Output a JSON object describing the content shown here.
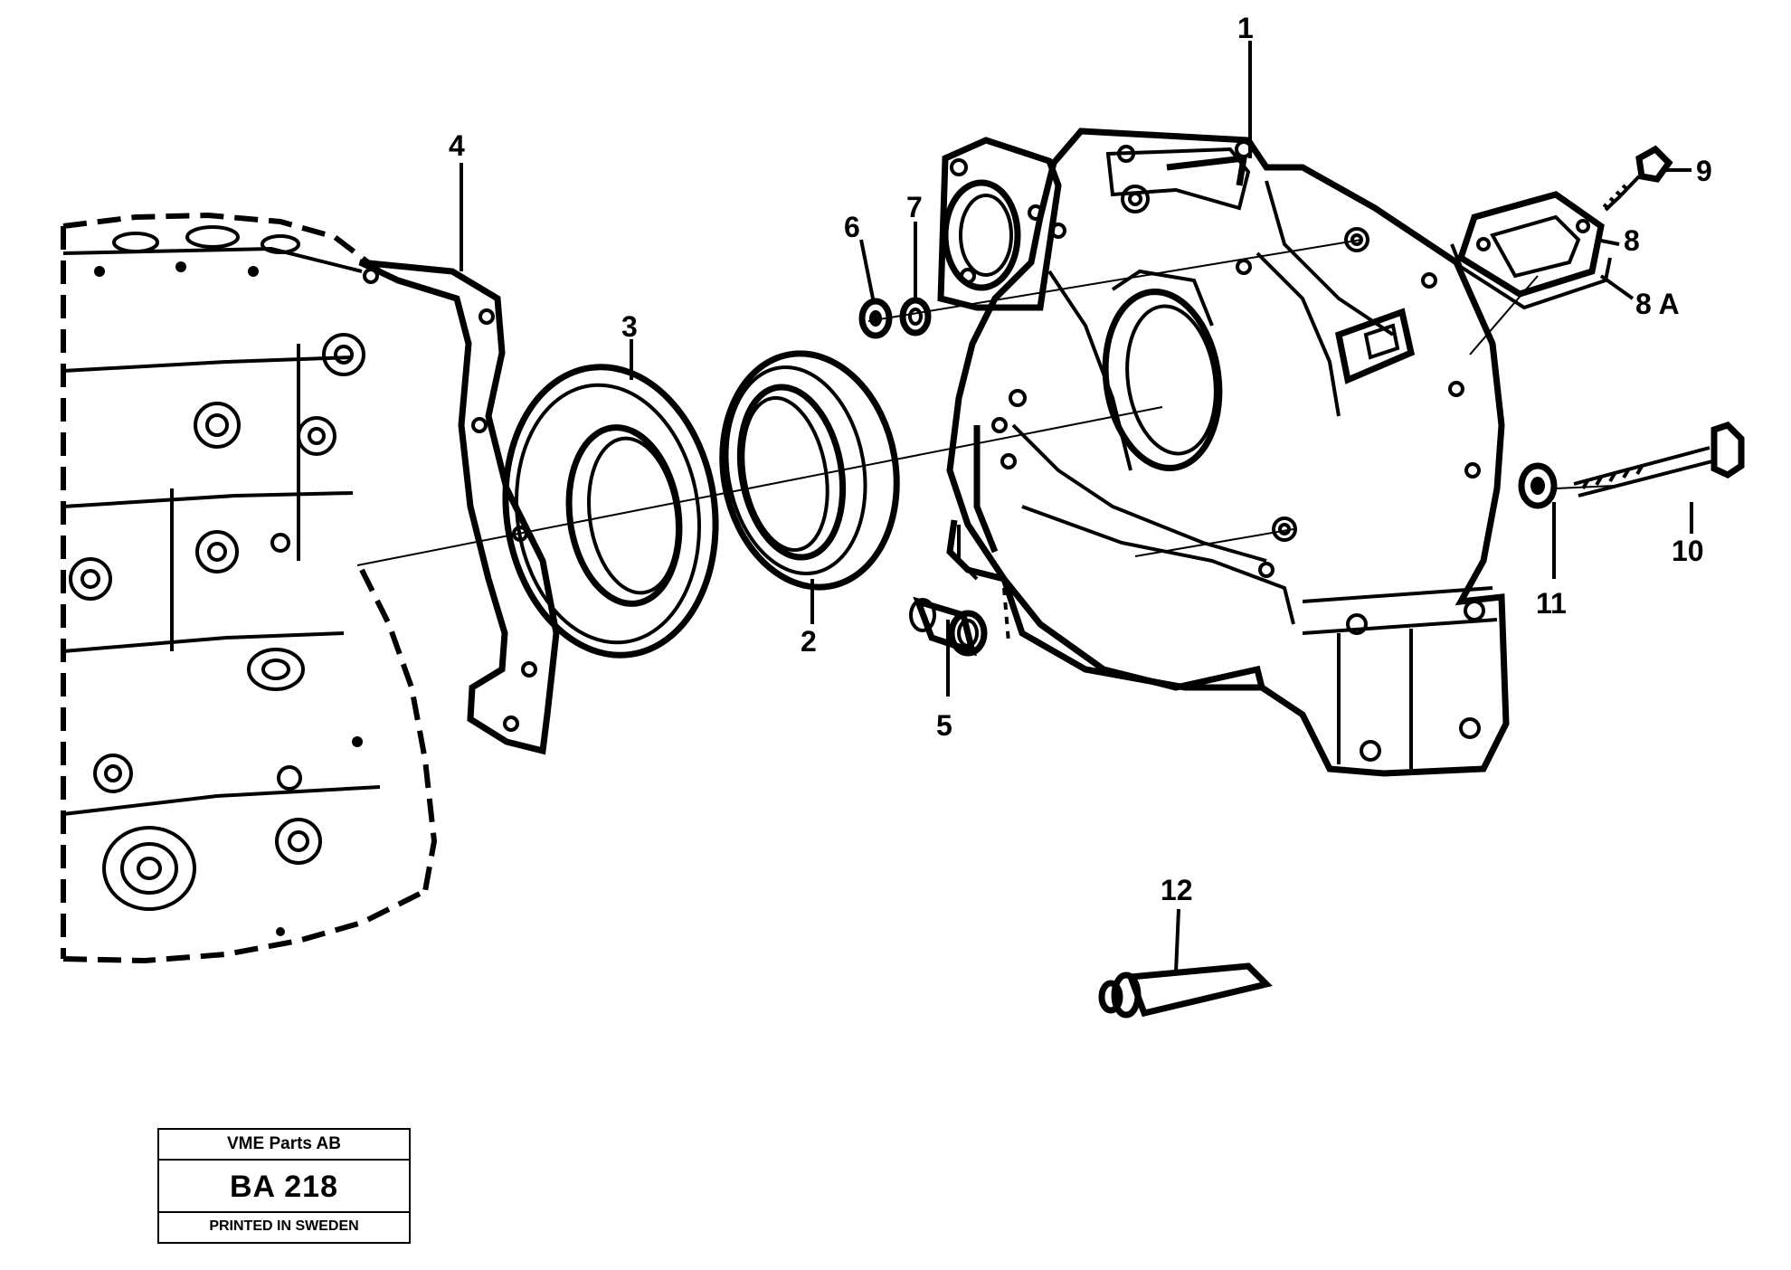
{
  "diagram": {
    "callouts": [
      {
        "id": "1",
        "label": "1"
      },
      {
        "id": "2",
        "label": "2"
      },
      {
        "id": "3",
        "label": "3"
      },
      {
        "id": "4",
        "label": "4"
      },
      {
        "id": "5",
        "label": "5"
      },
      {
        "id": "6",
        "label": "6"
      },
      {
        "id": "7",
        "label": "7"
      },
      {
        "id": "8",
        "label": "8"
      },
      {
        "id": "8a",
        "label": "8 A"
      },
      {
        "id": "9",
        "label": "9"
      },
      {
        "id": "10",
        "label": "10"
      },
      {
        "id": "11",
        "label": "11"
      },
      {
        "id": "12",
        "label": "12"
      }
    ]
  },
  "title_block": {
    "company": "VME Parts AB",
    "code": "BA 218",
    "printed": "PRINTED IN SWEDEN"
  }
}
